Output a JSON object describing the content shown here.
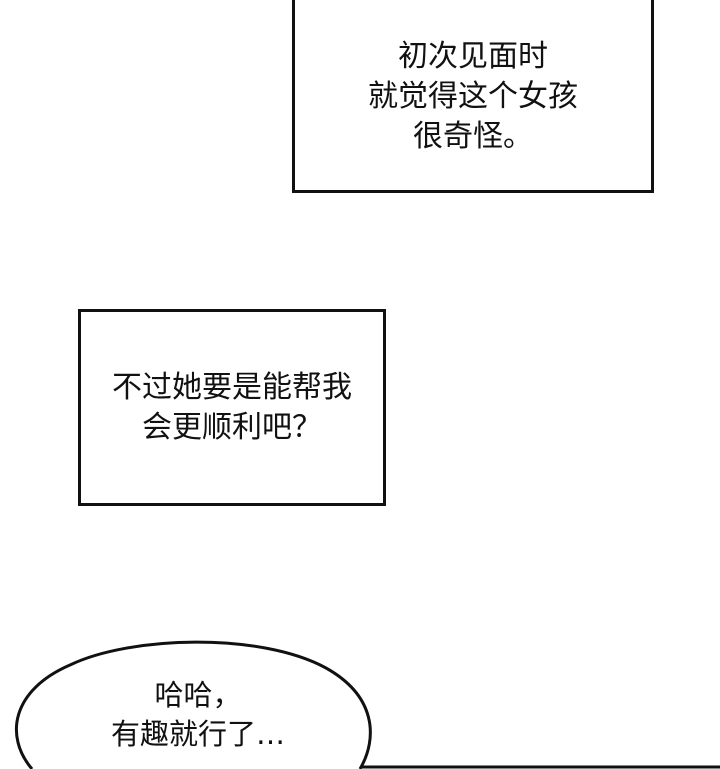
{
  "captions": [
    {
      "lines": [
        "初次见面时",
        "就觉得这个女孩",
        "很奇怪。"
      ]
    },
    {
      "lines": [
        "不过她要是能帮我",
        "会更顺利吧？"
      ]
    }
  ],
  "speech_bubble": {
    "lines": [
      "哈哈，",
      "有趣就行了…"
    ]
  },
  "colors": {
    "ink": "#111111",
    "paper": "#ffffff"
  }
}
